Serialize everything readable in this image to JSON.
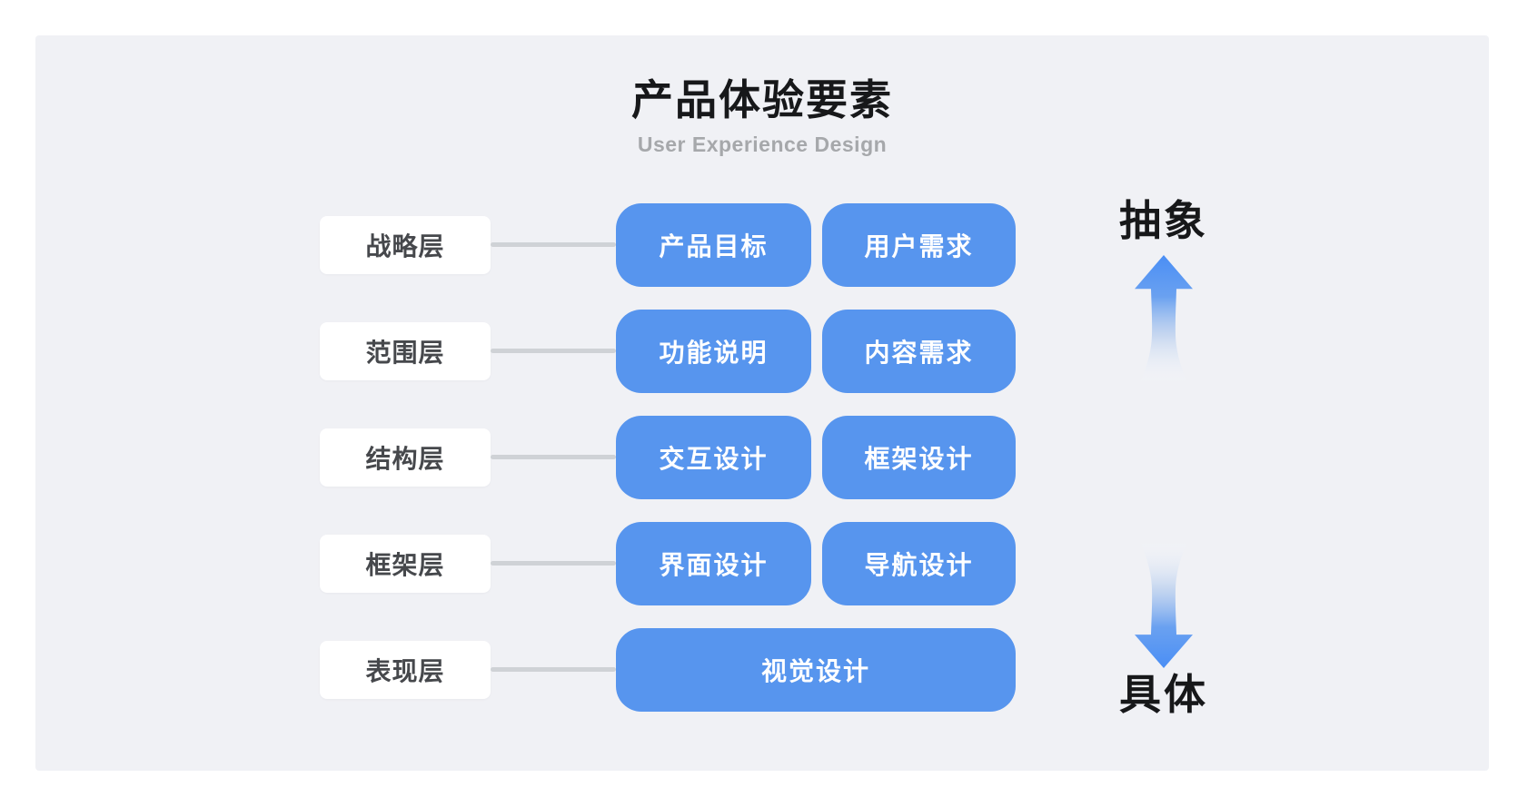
{
  "header": {
    "title": "产品体验要素",
    "subtitle": "User Experience Design"
  },
  "rows": [
    {
      "label": "战略层",
      "items": [
        "产品目标",
        "用户需求"
      ]
    },
    {
      "label": "范围层",
      "items": [
        "功能说明",
        "内容需求"
      ]
    },
    {
      "label": "结构层",
      "items": [
        "交互设计",
        "框架设计"
      ]
    },
    {
      "label": "框架层",
      "items": [
        "界面设计",
        "导航设计"
      ]
    },
    {
      "label": "表现层",
      "items": [
        "视觉设计"
      ]
    }
  ],
  "axis": {
    "top_label": "抽象",
    "bottom_label": "具体"
  },
  "colors": {
    "page_background": "#ffffff",
    "panel_background": "#f0f1f5",
    "node_blue": "#5795ee",
    "node_text": "#ffffff",
    "label_box_background": "#ffffff",
    "label_text": "#46484c",
    "title_text": "#17181a",
    "subtitle_text": "#a6a8ab",
    "connector_gray": "#cfd2d6",
    "arrow_blue": "#4a8ef5"
  }
}
